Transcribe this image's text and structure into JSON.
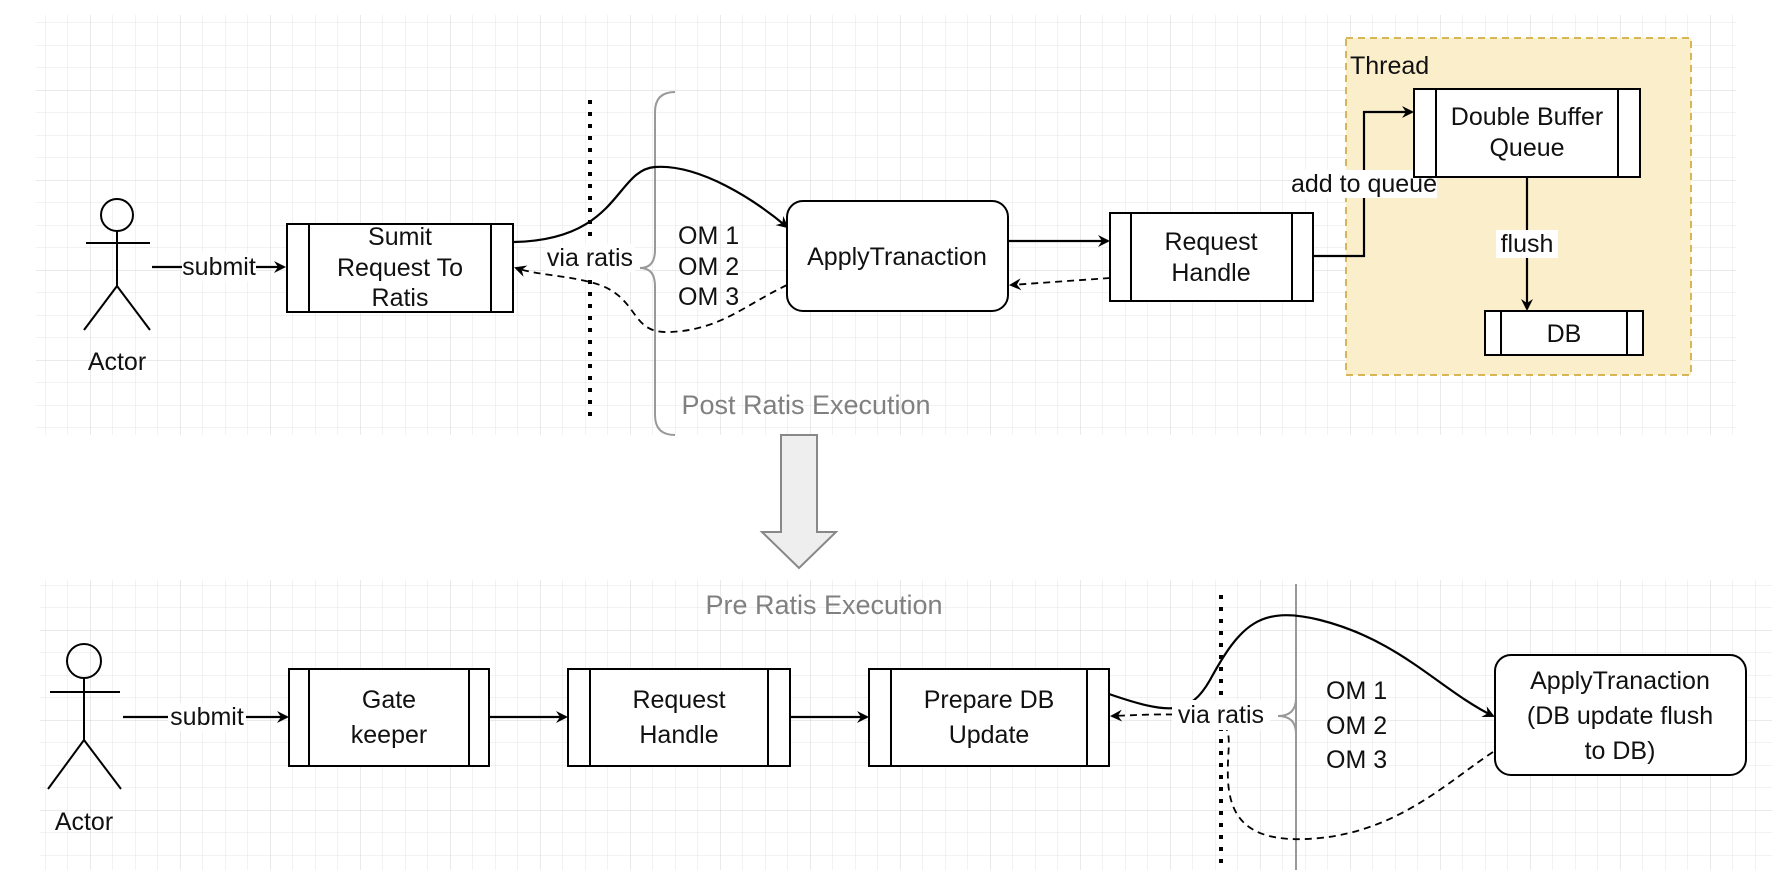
{
  "top": {
    "actor_label": "Actor",
    "submit_label": "submit",
    "submit_box": [
      "Sumit",
      "Request To",
      "Ratis"
    ],
    "via_ratis": "via ratis",
    "om_list": [
      "OM 1",
      "OM 2",
      "OM 3"
    ],
    "apply_label": "ApplyTranaction",
    "request_handle": [
      "Request",
      "Handle"
    ],
    "add_to_queue": "add to queue",
    "thread_label": "Thread",
    "double_buffer": [
      "Double Buffer",
      "Queue"
    ],
    "flush_label": "flush",
    "db_label": "DB",
    "phase_label": "Post Ratis Execution"
  },
  "bottom": {
    "phase_label": "Pre Ratis Execution",
    "actor_label": "Actor",
    "submit_label": "submit",
    "gatekeeper": [
      "Gate",
      "keeper"
    ],
    "request_handle": [
      "Request",
      "Handle"
    ],
    "prepare_db": [
      "Prepare DB",
      "Update"
    ],
    "via_ratis": "via ratis",
    "om_list": [
      "OM 1",
      "OM 2",
      "OM 3"
    ],
    "apply_label": [
      "ApplyTranaction",
      "(DB update flush",
      "to DB)"
    ]
  },
  "colors": {
    "thread_fill": "#fbeecb",
    "thread_border": "#d6b656",
    "grid": "#e6e6e6",
    "brace": "#999999",
    "big_arrow_fill": "#eeeeee"
  }
}
